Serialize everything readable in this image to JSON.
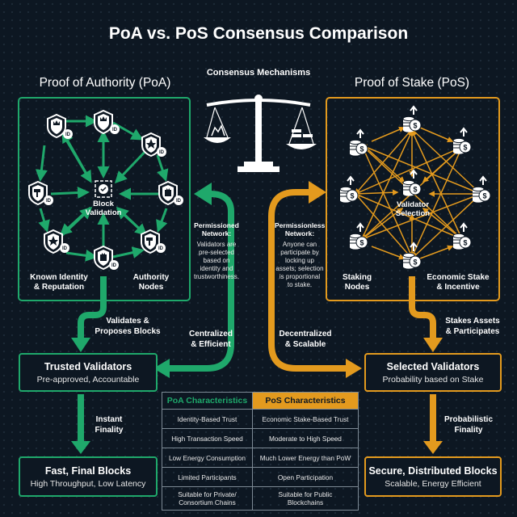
{
  "title": "PoA vs. PoS Consensus Comparison",
  "center_label": "Consensus Mechanisms",
  "poa": {
    "heading": "Proof of Authority (PoA)",
    "center_label": "Block\nValidation",
    "corner_left": "Known Identity\n& Reputation",
    "corner_right": "Authority\nNodes",
    "network_title": "Permissioned\nNetwork:",
    "network_text": "Validators are\npre-selected\nbased on\nidentity and\ntrustworthiness.",
    "flow_label_1": "Validates &\nProposes Blocks",
    "flow_label_mid": "Centralized\n& Efficient",
    "box1": {
      "title": "Trusted Validators",
      "subtitle": "Pre-approved, Accountable"
    },
    "flow_label_2": "Instant\nFinality",
    "box2": {
      "title": "Fast, Final Blocks",
      "subtitle": "High Throughput, Low Latency"
    },
    "color": "#1fa86b"
  },
  "pos": {
    "heading": "Proof of Stake (PoS)",
    "center_label": "Validator\nSelection",
    "corner_left": "Staking\nNodes",
    "corner_right": "Economic Stake\n& Incentive",
    "network_title": "Permissionless\nNetwork:",
    "network_text": "Anyone can\nparticipate by\nlocking up\nassets; selection\nis proportional\nto stake.",
    "flow_label_1": "Stakes Assets\n& Participates",
    "flow_label_mid": "Decentralized\n& Scalable",
    "box1": {
      "title": "Selected Validators",
      "subtitle": "Probability based on Stake"
    },
    "flow_label_2": "Probabilistic\nFinality",
    "box2": {
      "title": "Secure, Distributed Blocks",
      "subtitle": "Scalable, Energy Efficient"
    },
    "color": "#e39a1e"
  },
  "table": {
    "headers": [
      "PoA Characteristics",
      "PoS Characteristics"
    ],
    "rows": [
      [
        "Identity-Based Trust",
        "Economic Stake-Based Trust"
      ],
      [
        "High Transaction Speed",
        "Moderate to High Speed"
      ],
      [
        "Low Energy Consumption",
        "Much Lower Energy than PoW"
      ],
      [
        "Limited Participants",
        "Open Participation"
      ],
      [
        "Suitable for Private/\nConsortium Chains",
        "Suitable for Public\nBlockchains"
      ]
    ]
  },
  "icons": {
    "poa_nodes": [
      "shield-crown-icon",
      "shield-crown-icon",
      "shield-star-icon",
      "shield-gavel-icon",
      "shield-castle-icon",
      "shield-crown-icon",
      "shield-gavel-icon",
      "shield-castle-icon"
    ],
    "poa_center": "block-check-icon",
    "pos_nodes": "coin-stack-dollar-icon",
    "pos_center": "coin-stack-dollar-icon",
    "scale": "balance-scale-icon"
  }
}
